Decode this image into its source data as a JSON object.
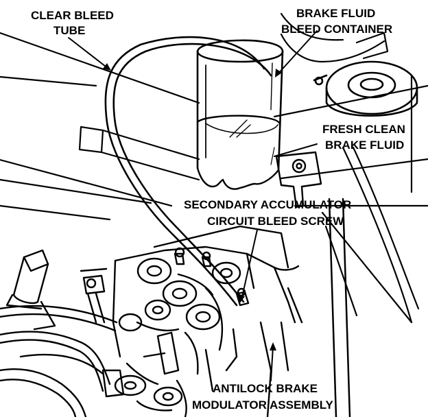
{
  "labels": {
    "clear_bleed_tube": [
      "CLEAR BLEED",
      "TUBE"
    ],
    "bleed_container": [
      "BRAKE FLUID",
      "BLEED CONTAINER"
    ],
    "fresh_fluid": [
      "FRESH CLEAN",
      "BRAKE FLUID"
    ],
    "bleed_screw": [
      "SECONDARY ACCUMULATOR",
      "CIRCUIT BLEED SCREW"
    ],
    "modulator": [
      "ANTILOCK BRAKE",
      "MODULATOR ASSEMBLY"
    ]
  },
  "colors": {
    "ink": "#000000",
    "paper": "#ffffff"
  }
}
